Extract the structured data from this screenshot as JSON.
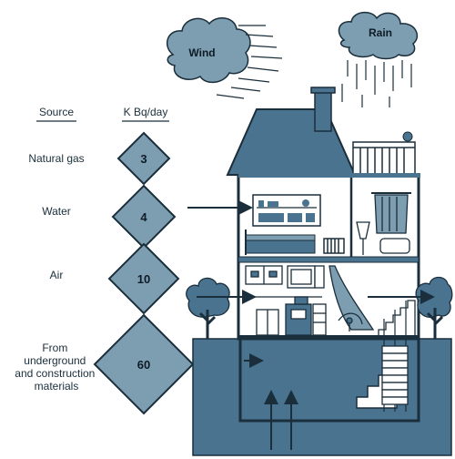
{
  "clouds": {
    "wind": "Wind",
    "rain": "Rain"
  },
  "table": {
    "source_header": "Source",
    "unit_header": "K Bq/day",
    "rows": [
      {
        "label": [
          "Natural gas"
        ],
        "value": "3"
      },
      {
        "label": [
          "Water"
        ],
        "value": "4"
      },
      {
        "label": [
          "Air"
        ],
        "value": "10"
      },
      {
        "label": [
          "From",
          "underground",
          "and construction",
          "materials"
        ],
        "value": "60"
      }
    ]
  },
  "colors": {
    "house": "#4a7390",
    "dark": "#1a2e3b",
    "diamond": "#7d9db1",
    "ground": "#4a7390",
    "cloud": "#7d9db1"
  }
}
